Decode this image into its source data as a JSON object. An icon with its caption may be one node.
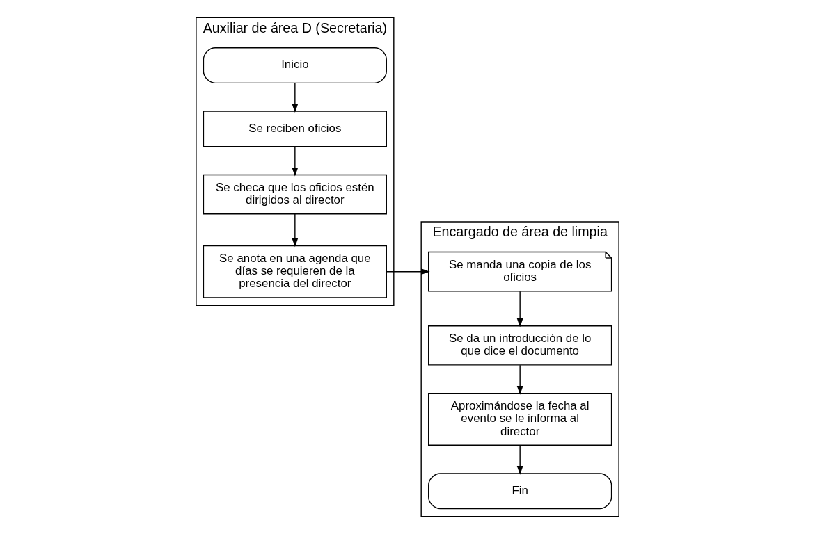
{
  "diagram": {
    "nodes": [
      {
        "text": [
          "Auxiliar de área D (Secretaria)"
        ]
      },
      {
        "text": [
          "Encargado de área de limpia"
        ]
      },
      {
        "text": [
          "Inicio"
        ],
        "in": 0
      },
      {
        "text": [
          "Se reciben oficios"
        ],
        "in": 0
      },
      {
        "text": [
          "Se checa que los oficios estén dirigidos al director"
        ],
        "in": 0
      },
      {
        "text": [
          "Se anota en una agenda que días se requieren de la presencia del director"
        ],
        "in": 0
      },
      {
        "text": [
          "Se manda una copia de los oficios"
        ],
        "in": 1
      },
      {
        "text": [
          "Se da un introducción de lo que dice el documento"
        ],
        "in": 1
      },
      {
        "text": [
          "Aproximándose la fecha al evento se le informa al director"
        ],
        "in": 1
      },
      {
        "text": [
          "Fin"
        ],
        "in": 1
      }
    ],
    "edges": [
      {
        "from": 2,
        "to": 3,
        "arrow": "to"
      },
      {
        "from": 3,
        "to": 4,
        "arrow": "to"
      },
      {
        "from": 4,
        "to": 5,
        "arrow": "to"
      },
      {
        "from": 5,
        "to": 6,
        "arrow": "to"
      },
      {
        "from": 6,
        "to": 7,
        "arrow": "to"
      },
      {
        "from": 7,
        "to": 8,
        "arrow": "to"
      },
      {
        "from": 8,
        "to": 9,
        "arrow": "to"
      }
    ]
  }
}
